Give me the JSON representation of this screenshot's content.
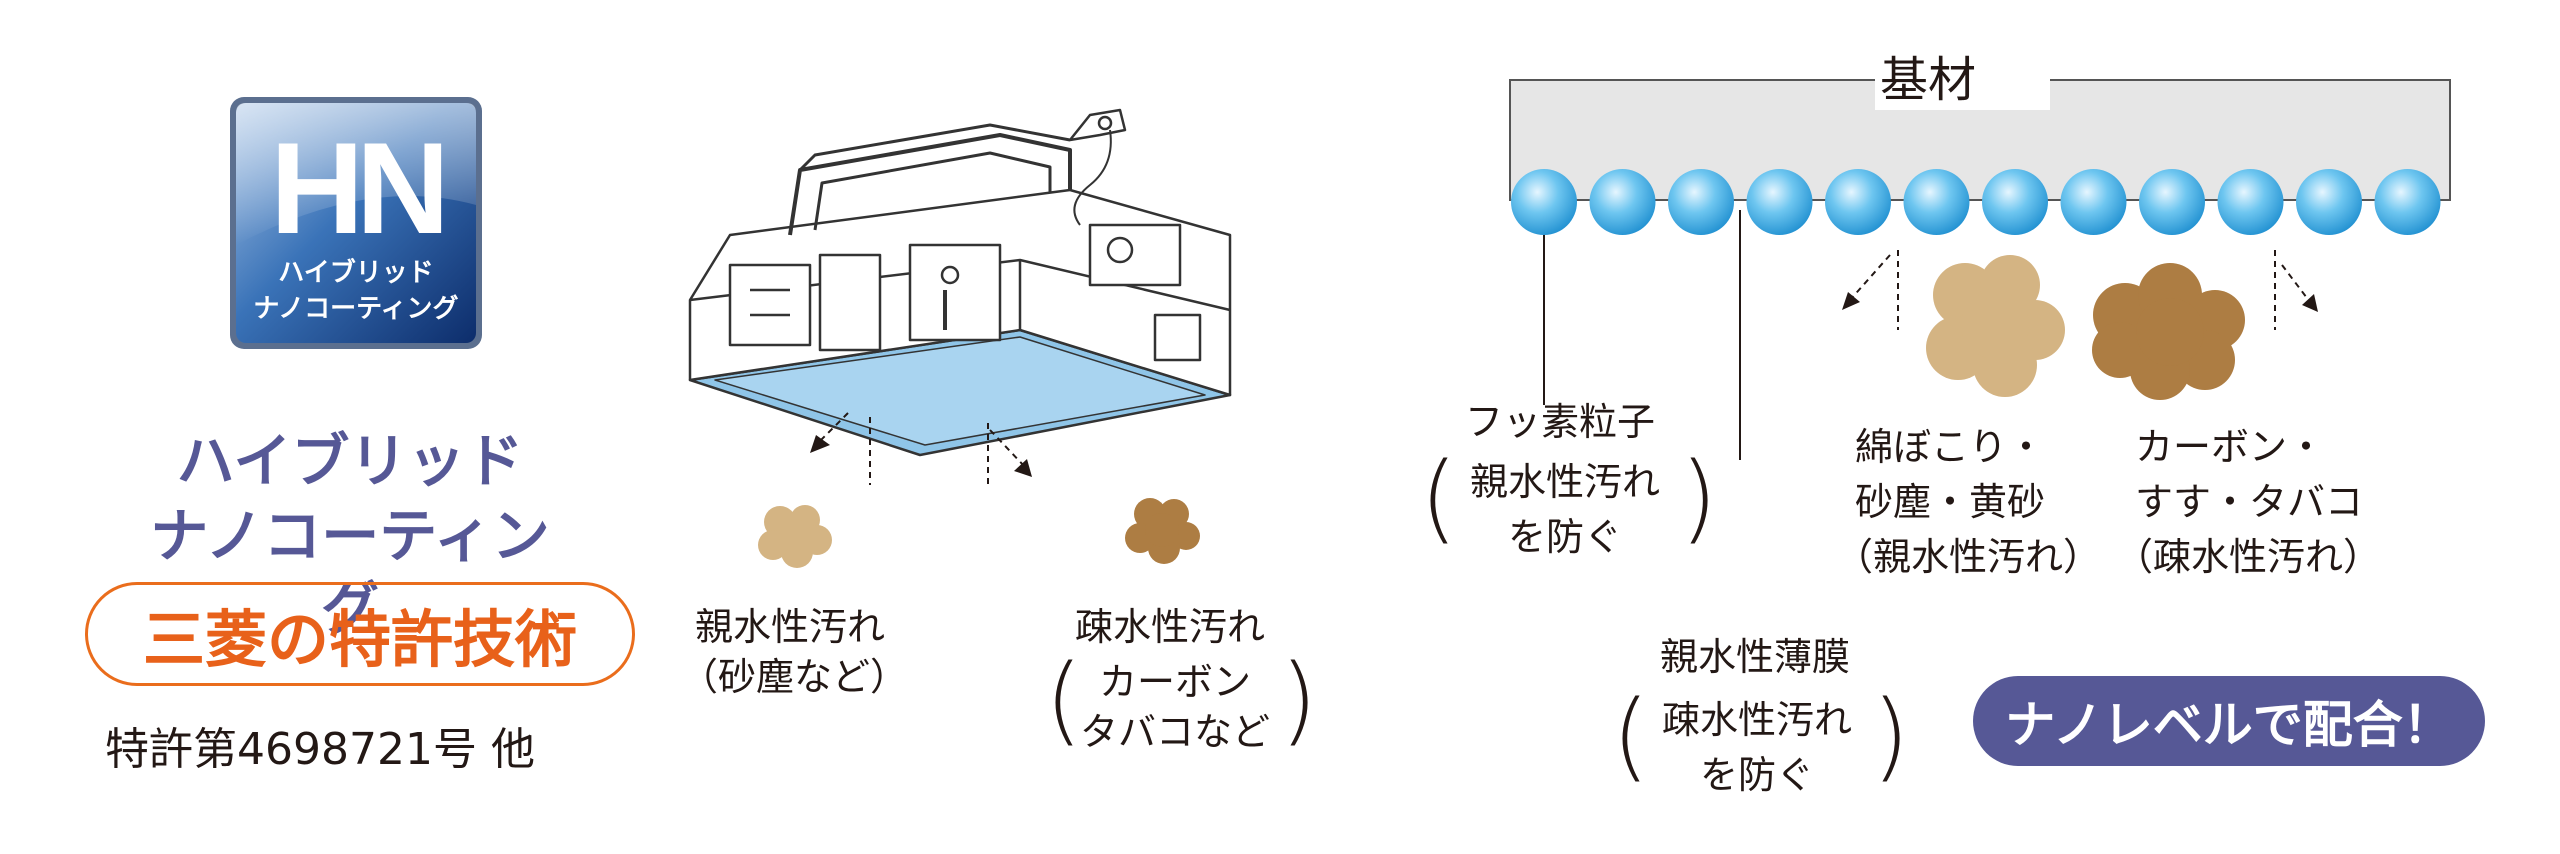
{
  "logo": {
    "line1": "HN",
    "line2": "ハイブリッド",
    "line3": "ナノコーティング"
  },
  "feature": {
    "title_line1": "ハイブリッド",
    "title_line2": "ナノコーティング",
    "tech_label": "三菱の特許技術",
    "patent": "特許第4698721号 他"
  },
  "machine_labels": {
    "hydrophilic_title": "親水性汚れ",
    "hydrophilic_sub": "（砂塵など）",
    "hydrophobic_title": "疎水性汚れ",
    "hydrophobic_sub1": "カーボン",
    "hydrophobic_sub2": "タバコなど"
  },
  "diagram": {
    "substrate": "基材",
    "fluorine": {
      "title": "フッ素粒子",
      "line1": "親水性汚れ",
      "line2": "を防ぐ"
    },
    "film": {
      "title": "親水性薄膜",
      "line1": "疎水性汚れ",
      "line2": "を防ぐ"
    },
    "cotton": {
      "line1": "綿ぼこり・",
      "line2": "砂塵・黄砂",
      "line3": "（親水性汚れ）"
    },
    "carbon": {
      "line1": "カーボン・",
      "line2": "すす・タバコ",
      "line3": "（疎水性汚れ）"
    },
    "badge": "ナノレベルで配合！"
  },
  "colors": {
    "accent_purple": "#565896",
    "accent_orange": "#e8611a",
    "particle_blue": "#3aa9df",
    "dirt_light": "#d4b483",
    "dirt_dark": "#ad7d43"
  }
}
